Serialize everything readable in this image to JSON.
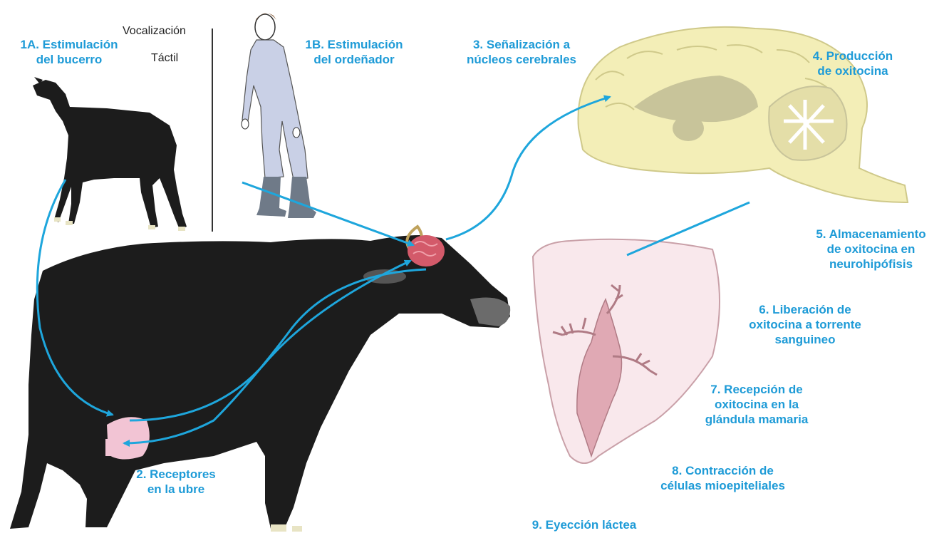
{
  "colors": {
    "label_blue": "#1e9bd7",
    "arrow_blue": "#1ea6dc",
    "cow_black": "#1c1c1c",
    "udder_pink": "#f2c4d4",
    "brain_yellow": "#f3eeb7",
    "brain_grey": "#c8c49a",
    "gland_pink": "#f9e8ec",
    "duct_pink": "#e0a9b4",
    "suit_blue": "#c9d0e6",
    "boots_grey": "#6f7a88"
  },
  "labels": {
    "l1a": "1A. Estimulación\ndel bucerro",
    "l1b": "1B. Estimulación\ndel ordeñador",
    "l2": "2. Receptores\nen la ubre",
    "l3": "3. Señalización a\nnúcleos cerebrales",
    "l4": "4. Producción\nde oxitocina",
    "l5": "5. Almacenamiento\nde oxitocina en\nneurohipófisis",
    "l6": "6. Liberación de\noxitocina a torrente\nsanguineo",
    "l7": "7. Recepción de\noxitocina en la\nglándula mamaria",
    "l8": "8. Contracción de\ncélulas mioepiteliales",
    "l9": "9. Eyección láctea"
  },
  "stimuli": {
    "vocal": "Vocalización",
    "tactile": "Táctil"
  },
  "illustrations": {
    "calf": "calf-illustration",
    "milker": "milker-illustration",
    "cow": "cow-illustration",
    "brain": "brain-illustration",
    "gland": "mammary-gland-illustration"
  }
}
